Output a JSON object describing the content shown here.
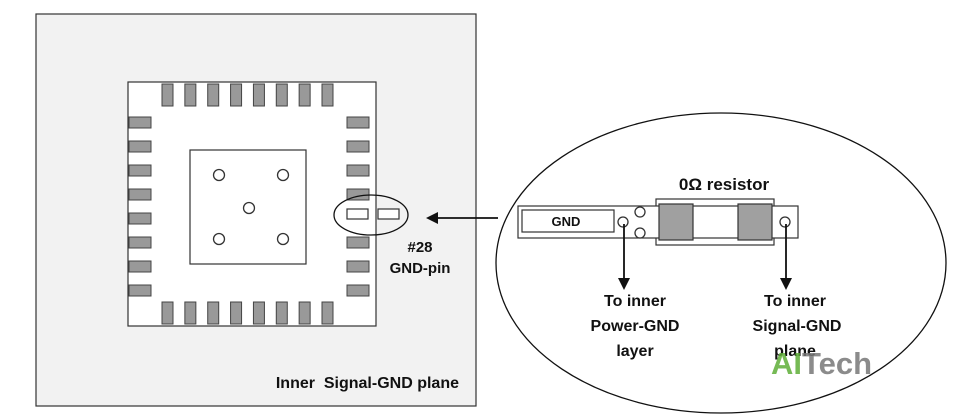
{
  "labels": {
    "plane": "Inner  Signal-GND plane",
    "pin_number": "#28",
    "pin_name": "GND-pin",
    "resistor": "0Ω resistor",
    "gnd_trace": "GND",
    "power_gnd_line1": "To inner",
    "power_gnd_line2": "Power-GND",
    "power_gnd_line3": "layer",
    "signal_gnd_line1": "To inner",
    "signal_gnd_line2": "Signal-GND",
    "signal_gnd_line3": "plane"
  },
  "watermark": {
    "part1": "AI",
    "part2": "Tech"
  },
  "colors": {
    "pad": "#999999",
    "resistor_pad": "#a0a0a0",
    "plane_bg": "#f2f2f2",
    "outline": "#333333",
    "watermark_ai": "#5fae38",
    "watermark_tech": "#777777"
  }
}
